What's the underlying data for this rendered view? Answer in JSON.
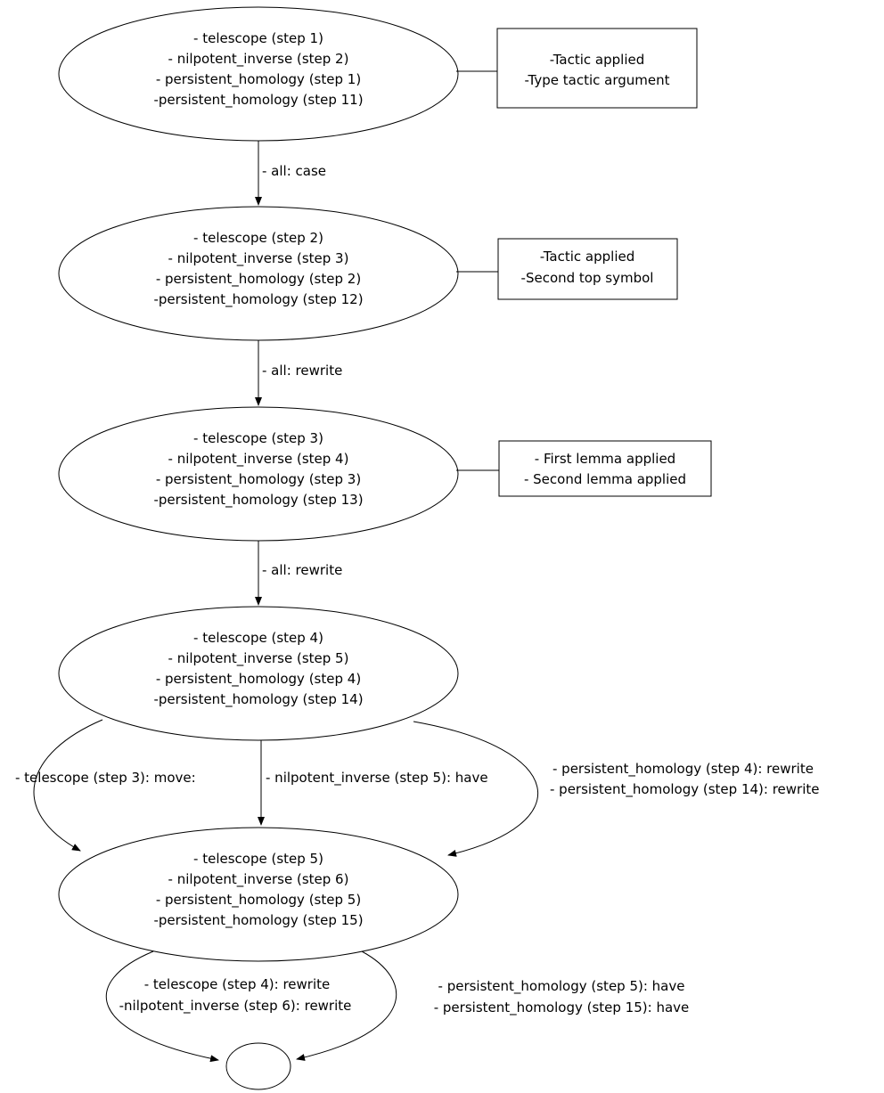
{
  "diagram": {
    "colors": {
      "stroke": "#000000",
      "background": "#ffffff"
    },
    "nodes": [
      {
        "id": "state-1",
        "lines": [
          "- telescope (step 1)",
          "- nilpotent_inverse (step 2)",
          "- persistent_homology (step 1)",
          "-persistent_homology (step 11)"
        ]
      },
      {
        "id": "state-2",
        "lines": [
          "- telescope (step 2)",
          "- nilpotent_inverse (step 3)",
          "- persistent_homology (step 2)",
          "-persistent_homology (step 12)"
        ]
      },
      {
        "id": "state-3",
        "lines": [
          "- telescope (step 3)",
          "- nilpotent_inverse (step 4)",
          "- persistent_homology (step 3)",
          "-persistent_homology (step 13)"
        ]
      },
      {
        "id": "state-4",
        "lines": [
          "- telescope (step 4)",
          "- nilpotent_inverse (step 5)",
          "- persistent_homology (step 4)",
          "-persistent_homology (step 14)"
        ]
      },
      {
        "id": "state-5",
        "lines": [
          "- telescope (step 5)",
          "- nilpotent_inverse (step 6)",
          "- persistent_homology (step 5)",
          "-persistent_homology (step 15)"
        ]
      },
      {
        "id": "end-state",
        "lines": []
      }
    ],
    "annotations": [
      {
        "lines": [
          "-Tactic applied",
          "-Type tactic argument"
        ]
      },
      {
        "lines": [
          "-Tactic applied",
          "-Second top symbol"
        ]
      },
      {
        "lines": [
          "- First lemma applied",
          "- Second lemma applied"
        ]
      }
    ],
    "edges": [
      {
        "from": "state-1",
        "to": "state-2",
        "label_lines": [
          "- all: case"
        ]
      },
      {
        "from": "state-2",
        "to": "state-3",
        "label_lines": [
          "- all: rewrite"
        ]
      },
      {
        "from": "state-3",
        "to": "state-4",
        "label_lines": [
          "- all: rewrite"
        ]
      },
      {
        "from": "state-4",
        "to": "state-5",
        "label_lines": [
          "- telescope (step 3): move:"
        ]
      },
      {
        "from": "state-4",
        "to": "state-5",
        "label_lines": [
          "- nilpotent_inverse (step 5): have"
        ]
      },
      {
        "from": "state-4",
        "to": "state-5",
        "label_lines": [
          "- persistent_homology (step 4): rewrite",
          "- persistent_homology (step 14): rewrite"
        ]
      },
      {
        "from": "state-5",
        "to": "end-state",
        "label_lines": [
          "- telescope (step 4): rewrite",
          "-nilpotent_inverse (step 6): rewrite"
        ]
      },
      {
        "from": "state-5",
        "to": "end-state",
        "label_lines": [
          "- persistent_homology (step 5): have",
          "- persistent_homology (step 15): have"
        ]
      }
    ]
  }
}
